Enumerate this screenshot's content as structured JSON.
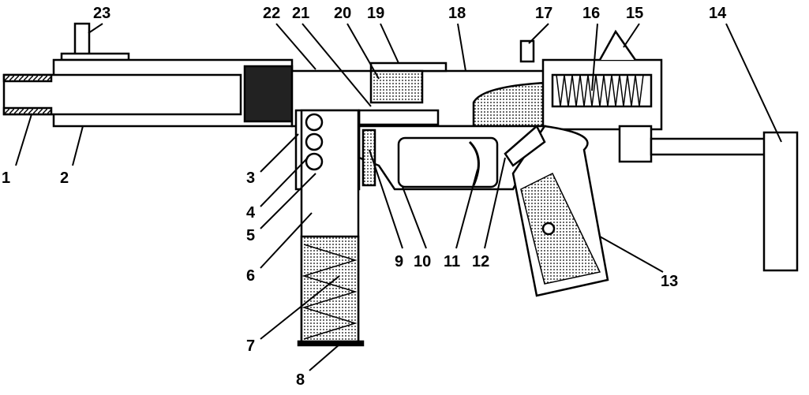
{
  "diagram": {
    "part_labels": [
      "1",
      "2",
      "3",
      "4",
      "5",
      "6",
      "7",
      "8",
      "9",
      "10",
      "11",
      "12",
      "13",
      "14",
      "15",
      "16",
      "17",
      "18",
      "19",
      "20",
      "21",
      "22",
      "23"
    ],
    "colors": {
      "ink": "#000000",
      "background": "#ffffff",
      "shade": "#9a9a9a"
    }
  }
}
